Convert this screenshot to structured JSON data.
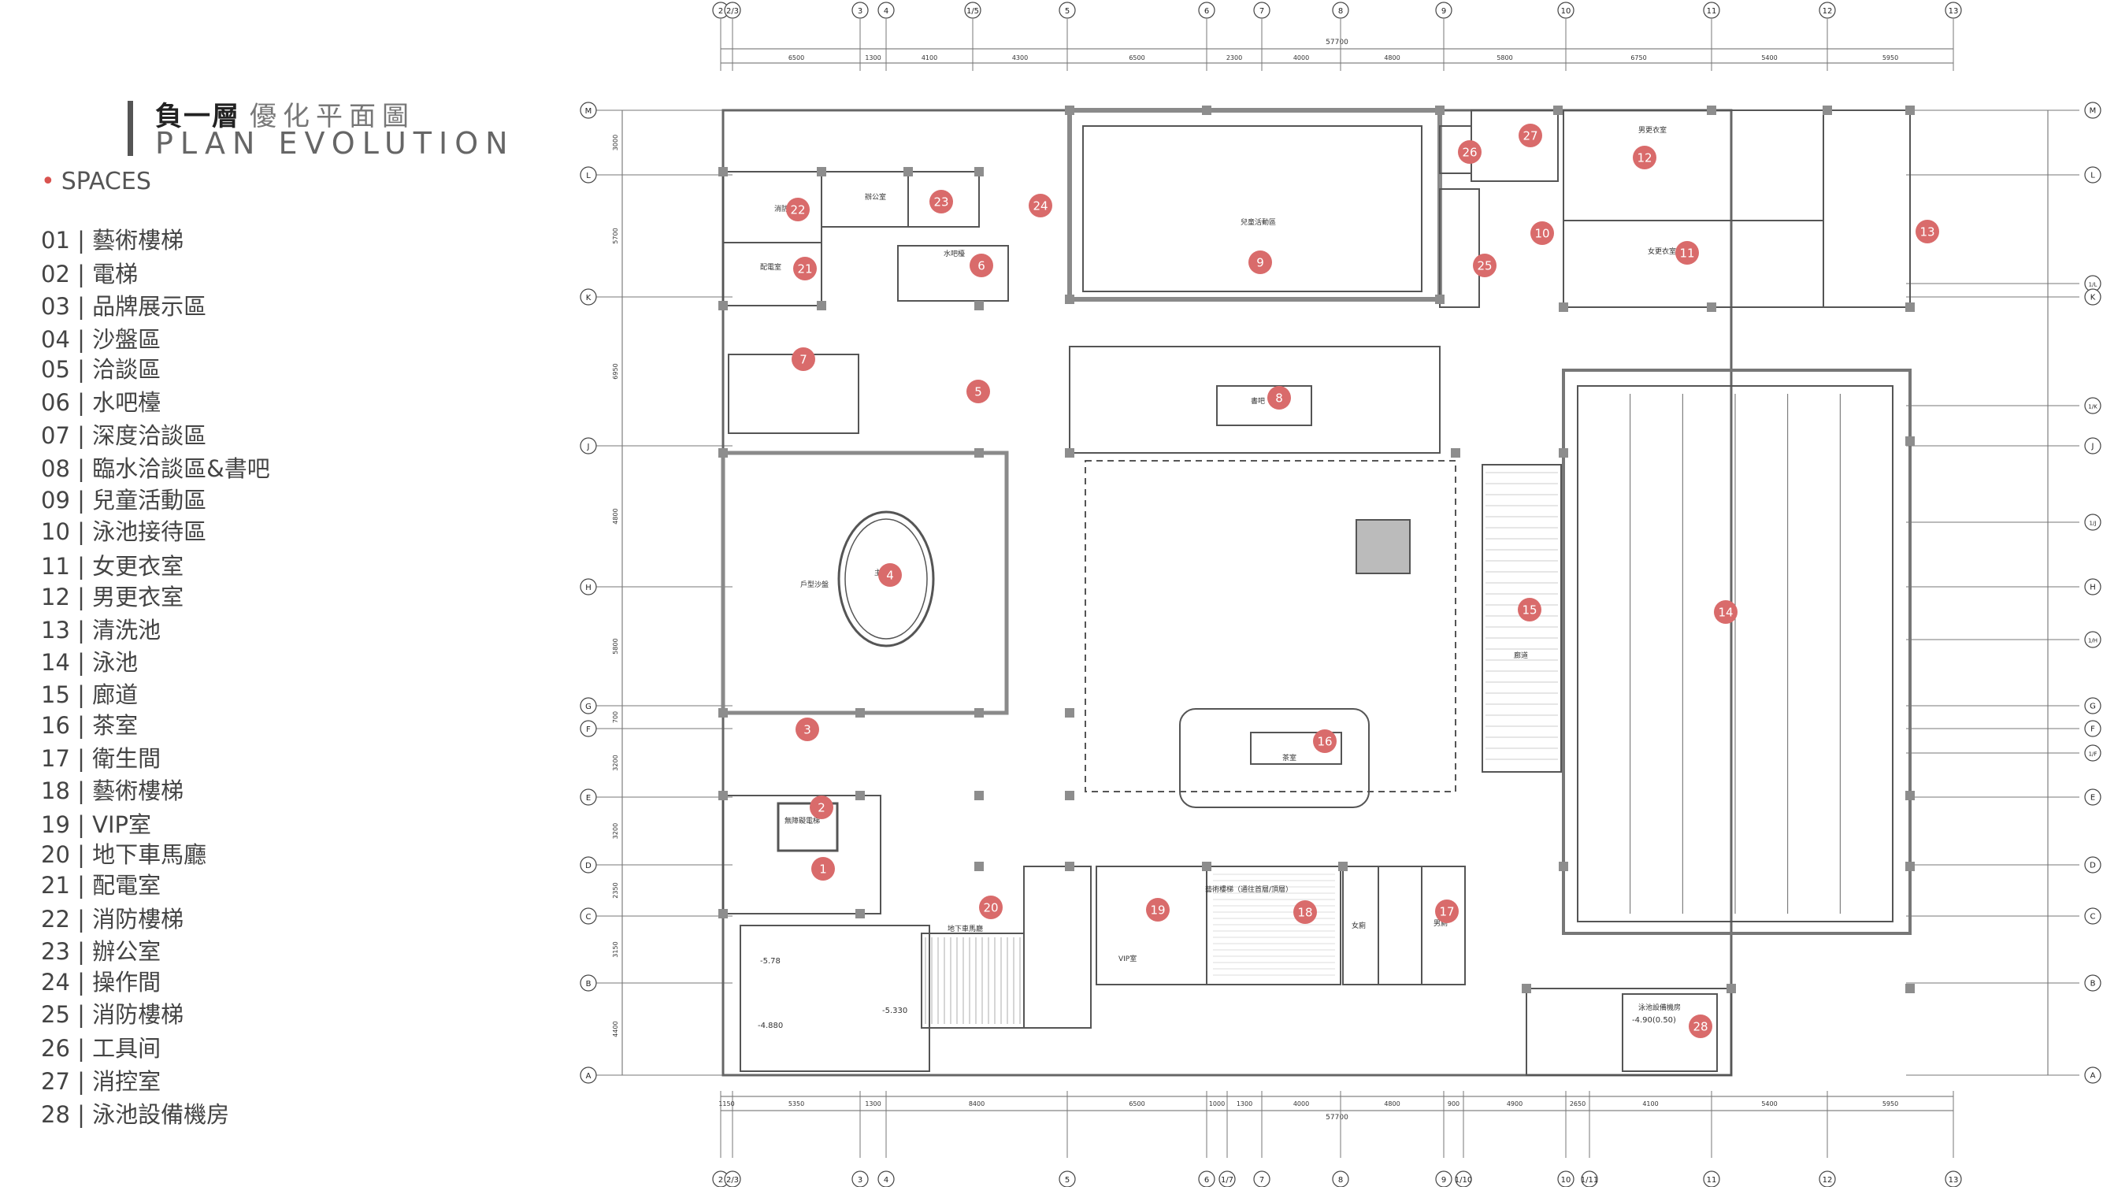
{
  "title": {
    "cn_bold": "負一層",
    "cn_light": "優化平面圖",
    "en": "PLAN EVOLUTION"
  },
  "spaces_heading": "SPACES",
  "spaces": [
    "01 | 藝術樓梯",
    "02 | 電梯",
    "03 | 品牌展示區",
    "04 | 沙盤區",
    "05 | 洽談區",
    "06 | 水吧檯",
    "07 | 深度洽談區",
    "08 | 臨水洽談區&書吧",
    "09 | 兒童活動區",
    "10 | 泳池接待區",
    "11 | 女更衣室",
    "12 | 男更衣室",
    "13 | 清洗池",
    "14 | 泳池",
    "15 | 廊道",
    "16 | 茶室",
    "17 | 衛生間",
    "18 | 藝術樓梯",
    "19 | VIP室",
    "20 | 地下車馬廳",
    "21 | 配電室",
    "22 | 消防樓梯",
    "23 | 辦公室",
    "24 | 操作間",
    "25 | 消防樓梯",
    "26 | 工具间",
    "27 | 消控室",
    "28 | 泳池設備機房"
  ],
  "grid_top": [
    "2",
    "2/3",
    "3",
    "4",
    "1/5",
    "5",
    "6",
    "7",
    "8",
    "9",
    "10",
    "11",
    "12",
    "13"
  ],
  "grid_bottom": [
    "2",
    "2/3",
    "3",
    "4",
    "5",
    "6",
    "1/7",
    "7",
    "8",
    "9",
    "1/10",
    "10",
    "1/11",
    "11",
    "12",
    "13"
  ],
  "grid_left": [
    "M",
    "L",
    "K",
    "J",
    "H",
    "G",
    "F",
    "E",
    "D",
    "C",
    "B",
    "A"
  ],
  "grid_right": [
    "M",
    "L",
    "1/L",
    "K",
    "1/K",
    "J",
    "1/J",
    "H",
    "1/H",
    "G",
    "F",
    "1/F",
    "E",
    "D",
    "C",
    "B",
    "A"
  ],
  "dim_total": "57700",
  "dims_top": [
    "6500",
    "1300",
    "4100",
    "4300",
    "6500",
    "2300",
    "4000",
    "4800",
    "5800",
    "6750",
    "5400",
    "5950"
  ],
  "dims_bottom": [
    "1150",
    "5350",
    "1300",
    "8400",
    "6500",
    "1000",
    "1300",
    "4000",
    "4800",
    "900",
    "4900",
    "2650",
    "4100",
    "5400",
    "5950"
  ],
  "dims_left": [
    "3000",
    "5700",
    "6950",
    "4800",
    "5800",
    "700",
    "3200",
    "3200",
    "2350",
    "3150",
    "4400"
  ],
  "room_labels": {
    "kids": "兒童活動區",
    "sand": "主沙盤",
    "outdoor": "戶型沙盤",
    "vip": "VIP室",
    "garage": "地下車馬廳",
    "office": "辦公室",
    "power": "配電室",
    "fire_stair": "消防樓梯",
    "women": "女更衣室",
    "men": "男更衣室",
    "tea": "茶室",
    "corridor": "廊道",
    "bar": "水吧檯",
    "book": "書吧",
    "art_stair": "藝術樓梯（通往首層/頂層）",
    "wc_f": "女廁",
    "wc_m": "男廁",
    "elevator": "無障礙電梯",
    "plant": "泳池設備機房",
    "elev_1": "-5.78",
    "elev_2": "-5.330",
    "elev_3": "-4.880",
    "elev_4": "-4.90(0.50)"
  },
  "markers": [
    "1",
    "2",
    "3",
    "4",
    "5",
    "6",
    "7",
    "8",
    "9",
    "10",
    "11",
    "12",
    "13",
    "14",
    "15",
    "16",
    "17",
    "18",
    "19",
    "20",
    "21",
    "22",
    "23",
    "24",
    "25",
    "26",
    "27",
    "28"
  ],
  "colors": {
    "marker": "#d96b6b",
    "wall": "#9a9a9a",
    "line": "#555555"
  }
}
